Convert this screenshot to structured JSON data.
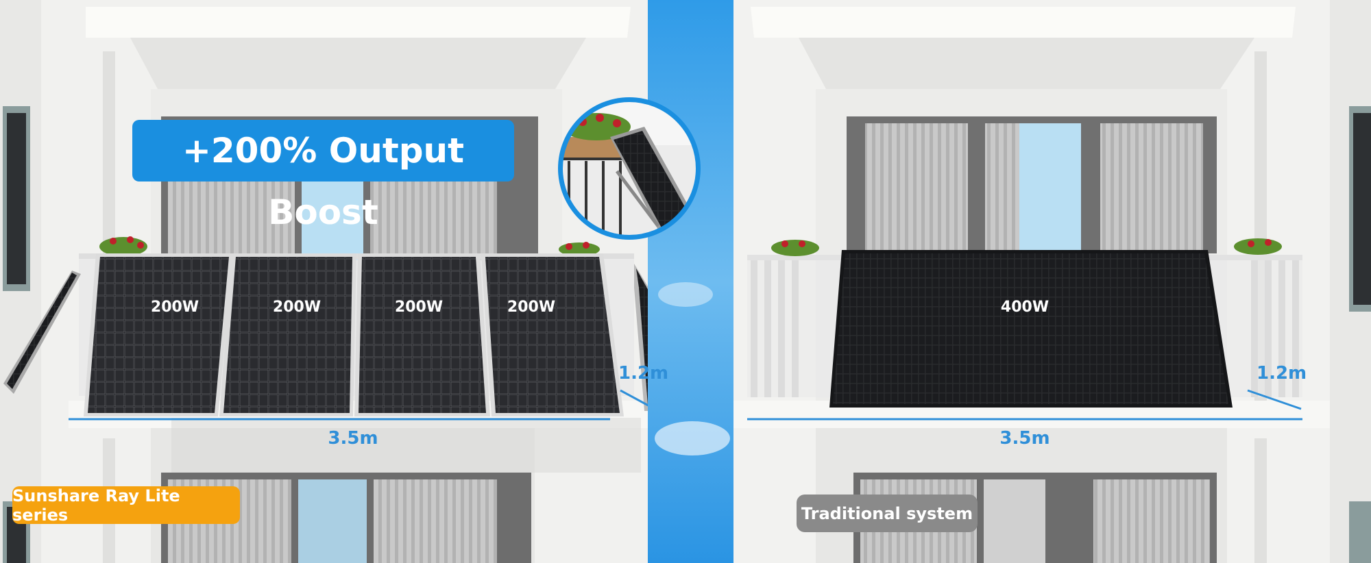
{
  "headline": "+200% Output Boost",
  "left_panel_wattages": [
    "200W",
    "200W",
    "200W",
    "200W"
  ],
  "right_panel_wattage": "400W",
  "left_width": "3.5m",
  "left_height": "1.2m",
  "right_width": "3.5m",
  "right_height": "1.2m",
  "left_series_label": "Sunshare Ray Lite series",
  "right_system_label": "Traditional system",
  "colors": {
    "accent_blue": "#1a8fe0",
    "orange": "#f5a20f",
    "gray_tag": "#8a8a8a",
    "sky": "#4aa9ea"
  }
}
